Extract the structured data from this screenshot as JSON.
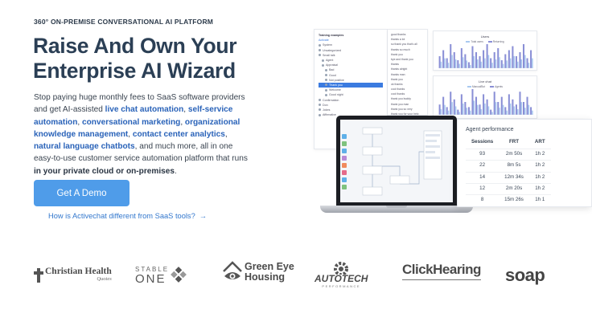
{
  "hero": {
    "eyebrow": "360° ON-PREMISE CONVERSATIONAL AI PLATFORM",
    "headline_line1": "Raise And Own Your",
    "headline_line2": "Enterprise AI Wizard",
    "body": {
      "p1": "Stop paying huge monthly fees to SaaS software providers and get AI-assisted ",
      "k1": "live chat automation",
      "s1": ", ",
      "k2": "self-service automation",
      "s2": ", ",
      "k3": "conversational marketing",
      "s3": ", ",
      "k4": "organizational knowledge management",
      "s4": ", ",
      "k5": "contact center analytics",
      "s5": ", ",
      "k6": "natural language chatbots",
      "p2": ", and much more, all in one easy-to-use customer service automation platform that runs ",
      "em": "in your private cloud or on-premises",
      "p3": "."
    },
    "cta_label": "Get A Demo",
    "diff_link": "How is Activechat different from SaaS tools?",
    "arrow": "→"
  },
  "visual": {
    "tree_header": "Training examples",
    "tree_sub": "Activate",
    "tree_items": [
      "System",
      "Uncategorized",
      "Small talk",
      "Agent",
      "Appraisal",
      "Bad",
      "Good",
      "Not positive",
      "Thank you",
      "Welcome",
      "Good night",
      "Confirmation",
      "Don",
      "Jokes",
      "Affirmative"
    ],
    "chat_lines": [
      "good thanks",
      "thanks a lot",
      "so thank you that's all",
      "thanks so much",
      "thank you",
      "bye and thank you",
      "thanks",
      "thanks alright",
      "thanks man",
      "thank you",
      "ok thanks",
      "cool thanks",
      "cool thanks",
      "thank you buddy",
      "thank you man",
      "thank you so very",
      "thank you for your help",
      "all thank you",
      "thanks a good"
    ],
    "chart1_title": "Users",
    "chart1_legend": [
      "Total users",
      "Returning"
    ],
    "chart2_title": "Live chat",
    "chart2_legend": [
      "Manual/Bot",
      "Agents"
    ],
    "colors": {
      "bar_light": "#a9c9f0",
      "bar_dark": "#8a8fd6",
      "accent": "#4f9ce9",
      "link": "#3277cd"
    },
    "chart1": [
      6,
      9,
      5,
      12,
      8,
      4,
      10,
      7,
      3,
      11,
      8,
      6,
      9,
      12,
      5,
      8,
      10,
      4,
      7,
      9,
      11,
      6,
      8,
      12,
      5,
      9
    ],
    "chart2": [
      4,
      7,
      3,
      9,
      6,
      2,
      8,
      5,
      3,
      10,
      7,
      4,
      8,
      6,
      2,
      9,
      5,
      7,
      3,
      8,
      6,
      4,
      9,
      5,
      7,
      3
    ]
  },
  "performance": {
    "title": "Agent performance",
    "headers": [
      "Sessions",
      "FRT",
      "ART"
    ],
    "rows": [
      [
        "93",
        "2m 50s",
        "1h 2"
      ],
      [
        "22",
        "8m 5s",
        "1h 2"
      ],
      [
        "14",
        "12m 34s",
        "1h 2"
      ],
      [
        "12",
        "2m 20s",
        "1h 2"
      ],
      [
        "8",
        "15m 26s",
        "1h 1"
      ]
    ]
  },
  "logos": {
    "christian_health": {
      "name": "Christian Health",
      "sub": "Quotes"
    },
    "stable_one": {
      "top": "STABLE",
      "bottom": "ONE"
    },
    "green_eye": {
      "line1": "Green Eye",
      "line2": "Housing"
    },
    "autotech": {
      "name": "AUTOTECH",
      "sub": "PERFORMANCE"
    },
    "clickhearing": {
      "name": "ClickHearing"
    },
    "soap": {
      "name": "soap"
    }
  }
}
